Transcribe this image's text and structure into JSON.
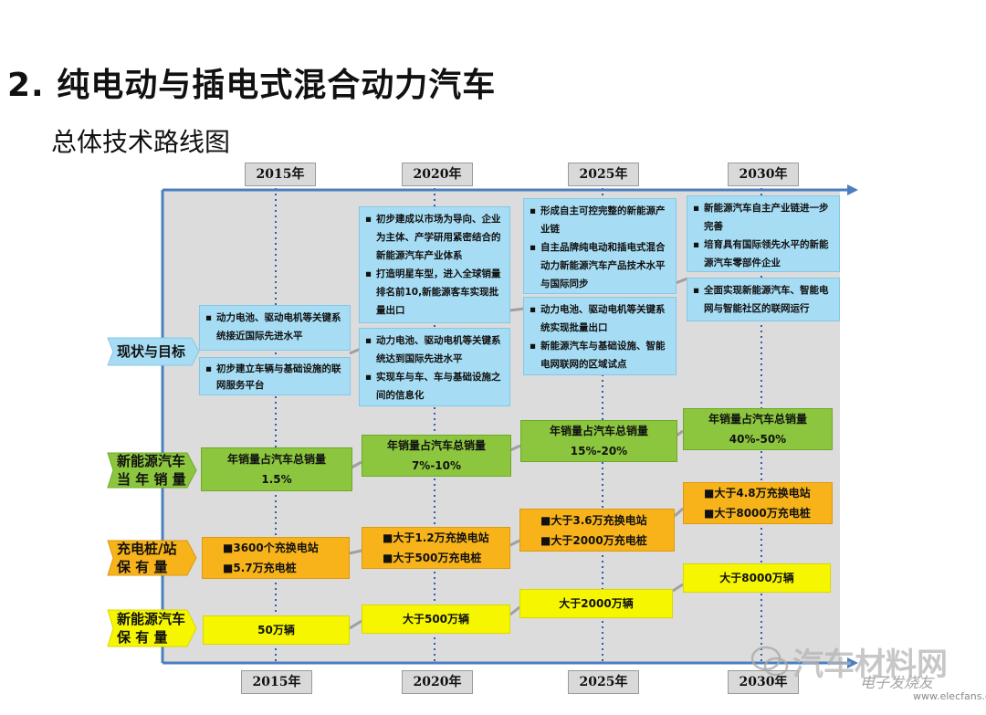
{
  "title": "2. 纯电动与插电式混合动力汽车",
  "subtitle": "总体技术路线图",
  "years": [
    "2015年",
    "2020年",
    "2025年",
    "2030年"
  ],
  "row_labels": {
    "status": "现状与目标",
    "sales": [
      "新能源汽车",
      "当 年 销 量"
    ],
    "charging": [
      "充电桩/站",
      "保  有  量"
    ],
    "fleet": [
      "新能源汽车",
      "保  有  量"
    ]
  },
  "status_boxes": {
    "y2015_a": [
      "动力电池、驱动电机等关键系统接近国际先进水平"
    ],
    "y2015_b": [
      "初步建立车辆与基础设施的联网服务平台"
    ],
    "y2020_a": [
      "初步建成以市场为导向、企业为主体、产学研用紧密结合的新能源汽车产业体系",
      "打造明星车型，进入全球销量排名前10,新能源客车实现批量出口"
    ],
    "y2020_b": [
      "动力电池、驱动电机等关键系统达到国际先进水平",
      "实现车与车、车与基础设施之间的信息化"
    ],
    "y2025_a": [
      "形成自主可控完整的新能源产业链",
      "自主品牌纯电动和插电式混合动力新能源汽车产品技术水平与国际同步"
    ],
    "y2025_b": [
      "动力电池、驱动电机等关键系统实现批量出口",
      "新能源汽车与基础设施、智能电网联网的区域试点"
    ],
    "y2030_a": [
      "新能源汽车自主产业链进一步完善",
      "培育具有国际领先水平的新能源汽车零部件企业"
    ],
    "y2030_b": [
      "全面实现新能源汽车、智能电网与智能社区的联网运行"
    ]
  },
  "sales_boxes": [
    [
      "年销量占汽车总销量",
      "1.5%"
    ],
    [
      "年销量占汽车总销量",
      "7%-10%"
    ],
    [
      "年销量占汽车总销量",
      "15%-20%"
    ],
    [
      "年销量占汽车总销量",
      "40%-50%"
    ]
  ],
  "charging_boxes": [
    [
      "■3600个充换电站",
      "■5.7万充电桩"
    ],
    [
      "■大于1.2万充换电站",
      "■大于500万充电桩"
    ],
    [
      "■大于3.6万充换电站",
      "■大于2000万充电桩"
    ],
    [
      "■大于4.8万充换电站",
      "■大于8000万充电桩"
    ]
  ],
  "fleet_boxes": [
    "50万辆",
    "大于500万辆",
    "大于2000万辆",
    "大于8000万辆"
  ],
  "watermark": {
    "text": "汽车材料网",
    "brand": "电子发烧友",
    "site": "www.elecfans.com"
  },
  "colors": {
    "blue": "#a7ddf4",
    "green": "#8cc63e",
    "orange": "#f7b319",
    "yellow": "#f6f600",
    "axis": "#4a7fc0"
  }
}
